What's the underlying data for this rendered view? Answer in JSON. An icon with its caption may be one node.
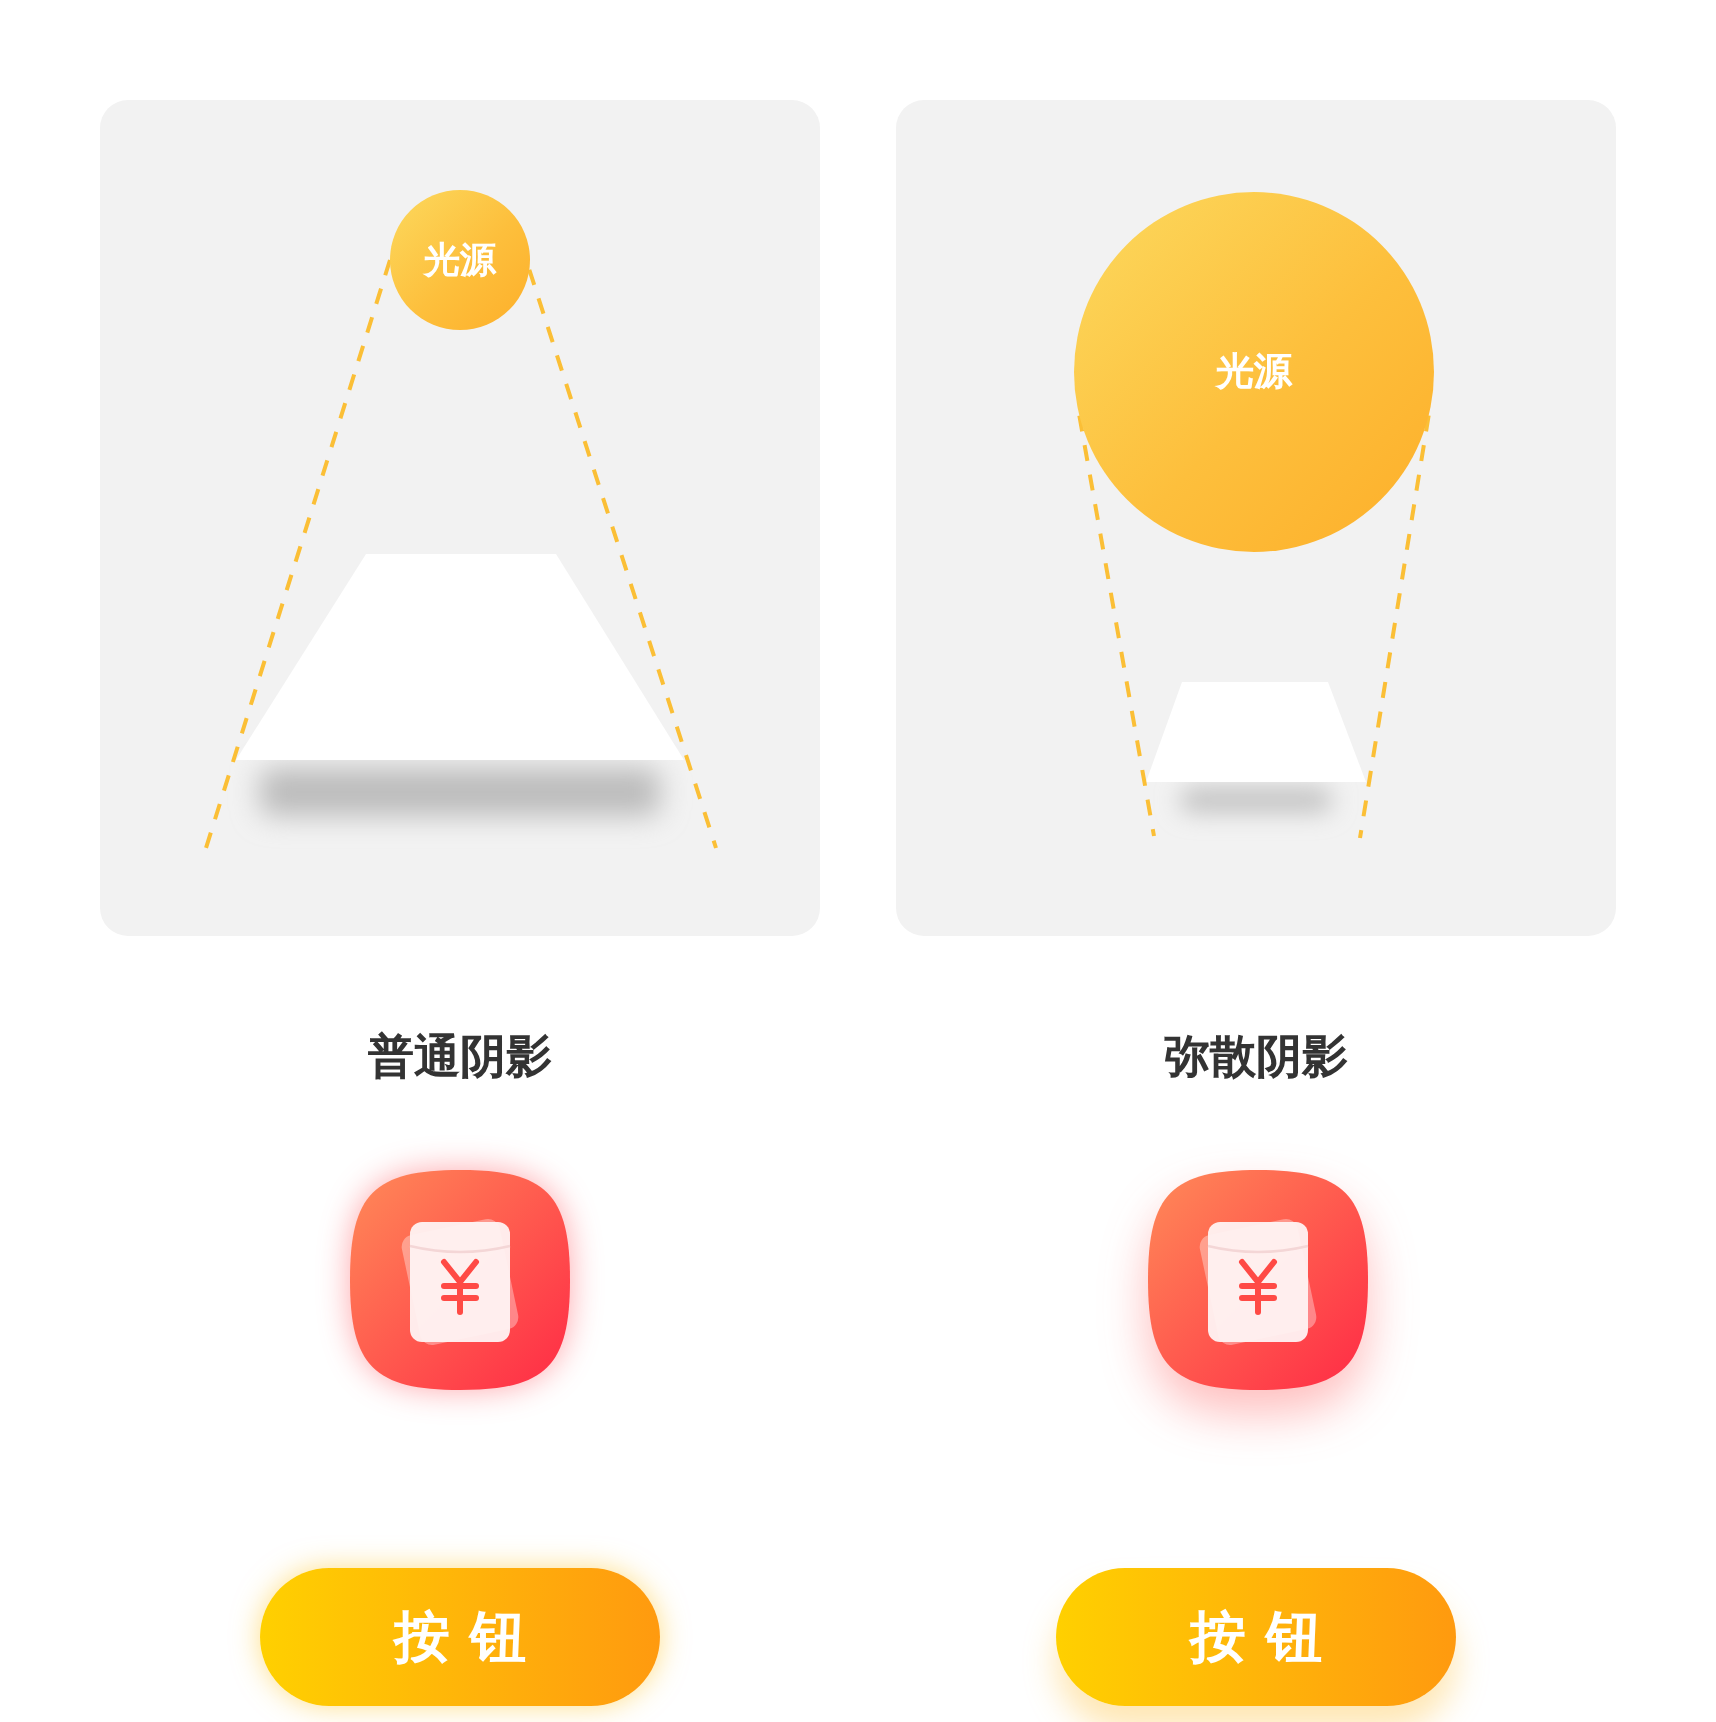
{
  "diagram": {
    "nodes": [
      {
        "text": [
          "光源"
        ]
      },
      {
        "text": [
          "光源"
        ]
      },
      {
        "text": [
          "按 钮"
        ]
      },
      {
        "text": [
          "按 钮"
        ]
      }
    ],
    "edges": [
      {
        "from": 0,
        "to": null,
        "arrow": "none",
        "style": "dashed"
      },
      {
        "from": 0,
        "to": null,
        "arrow": "none",
        "style": "dashed"
      },
      {
        "from": 1,
        "to": null,
        "arrow": "none",
        "style": "dashed"
      },
      {
        "from": 1,
        "to": null,
        "arrow": "none",
        "style": "dashed"
      }
    ],
    "labels": [
      "普通阴影",
      "弥散阴影"
    ]
  }
}
